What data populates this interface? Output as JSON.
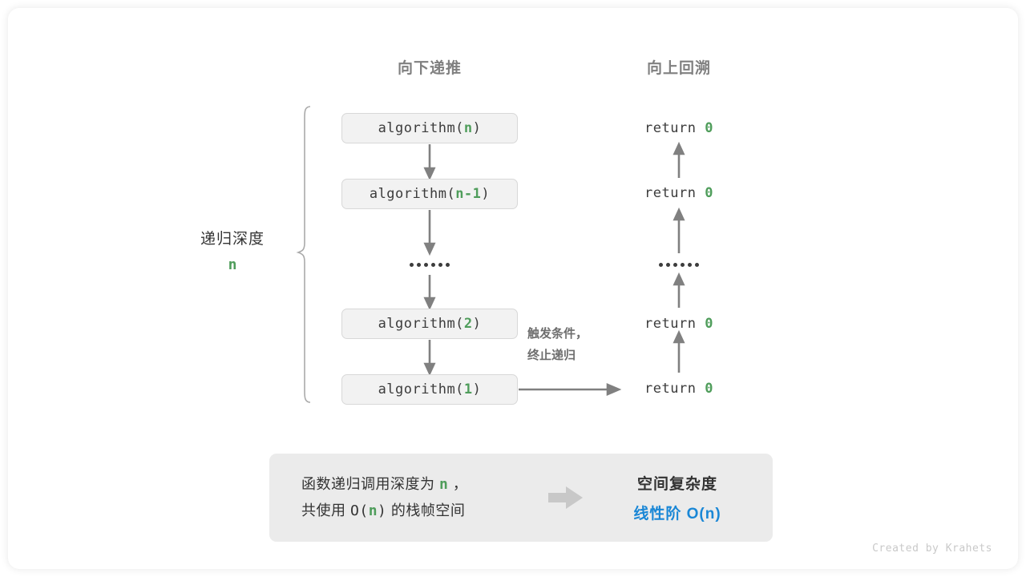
{
  "figure": {
    "headers": {
      "down": "向下递推",
      "up": "向上回溯"
    },
    "depth_label": {
      "title": "递归深度",
      "value": "n"
    },
    "terminate_note": {
      "line1": "触发条件，",
      "line2": "终止递归"
    },
    "call_stack": [
      {
        "prefix": "algorithm(",
        "arg": "n",
        "suffix": ")"
      },
      {
        "prefix": "algorithm(",
        "arg": "n-1",
        "suffix": ")"
      },
      {
        "prefix": "algorithm(",
        "arg": "2",
        "suffix": ")"
      },
      {
        "prefix": "algorithm(",
        "arg": "1",
        "suffix": ")"
      }
    ],
    "returns": [
      {
        "keyword": "return",
        "value": "0"
      },
      {
        "keyword": "return",
        "value": "0"
      },
      {
        "keyword": "return",
        "value": "0"
      },
      {
        "keyword": "return",
        "value": "0"
      }
    ],
    "ellipsis_dot_count": 6,
    "summary": {
      "left_line1_a": "函数递归调用深度为",
      "left_line1_n": "n",
      "left_line1_b": "，",
      "left_line2_a": "共使用",
      "left_line2_o": "O(",
      "left_line2_n": "n",
      "left_line2_c": ")",
      "left_line2_b": "的栈帧空间",
      "arrow_icon": "right-arrow-icon",
      "right_title": "空间复杂度",
      "right_value": "线性阶 O(n)"
    },
    "footer": "Created by Krahets",
    "colors": {
      "accent_green": "#4f9d5b",
      "accent_blue": "#1a87d6",
      "box_fill": "#f2f2f2",
      "box_border": "#d8d8d8",
      "arrow_gray": "#808080",
      "panel_fill": "#ebebeb",
      "header_gray": "#808080"
    }
  }
}
